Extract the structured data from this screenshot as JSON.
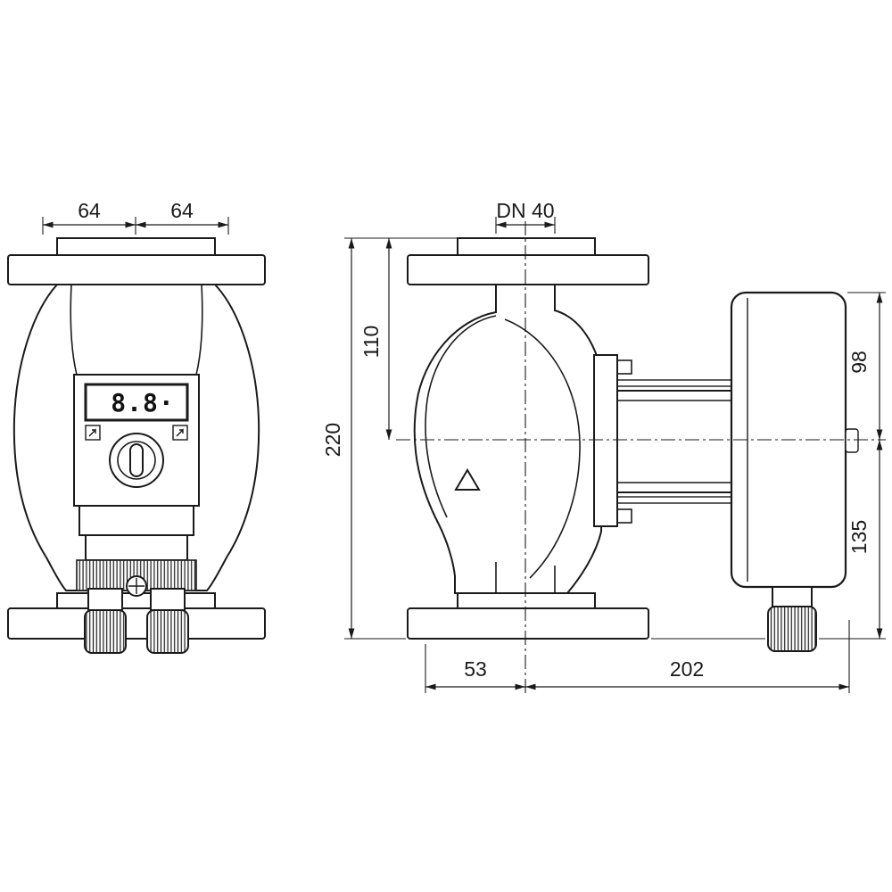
{
  "display": {
    "value": "8.8·"
  },
  "dimensions": {
    "flange_half_left": "64",
    "flange_half_right": "64",
    "nominal_diameter": "DN 40",
    "port_to_axis": "110",
    "port_to_port": "220",
    "axis_to_top": "98",
    "axis_to_bottom": "135",
    "axis_to_flange_edge": "53",
    "axis_to_motor_end": "202"
  }
}
